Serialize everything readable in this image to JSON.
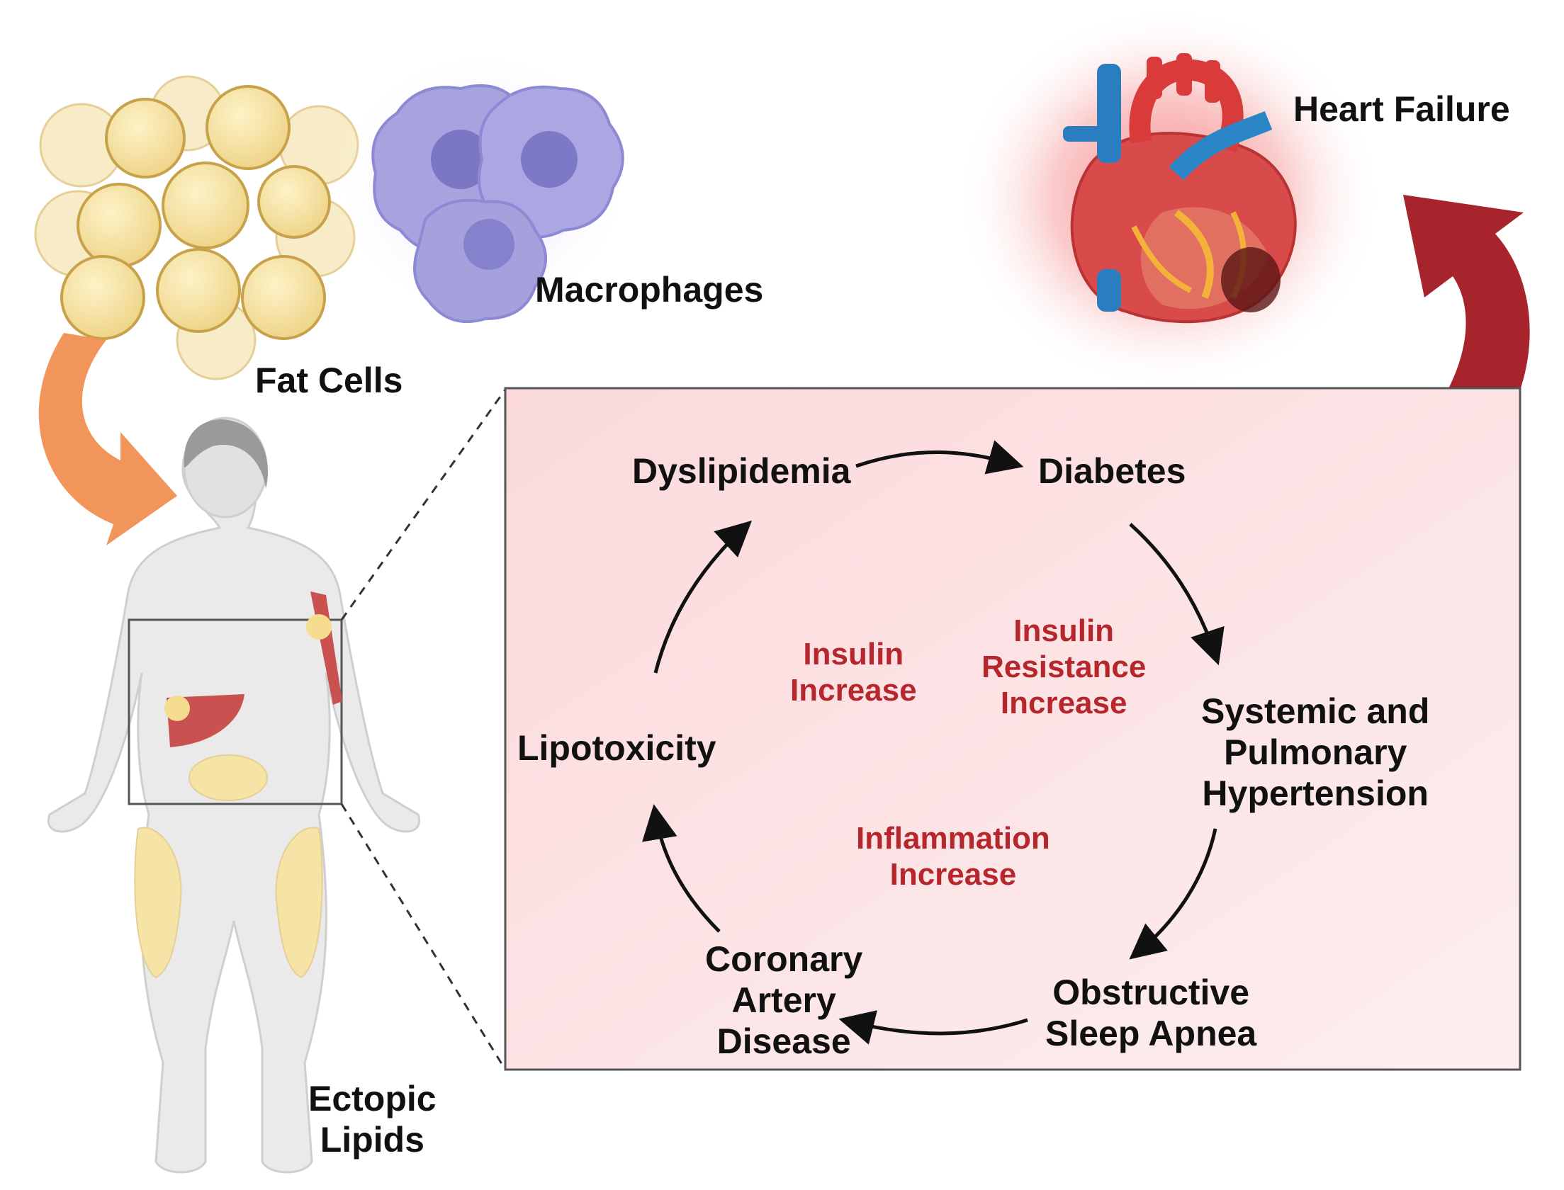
{
  "labels": {
    "fat_cells": "Fat Cells",
    "macrophages": "Macrophages",
    "heart_failure": "Heart Failure",
    "ectopic_lipids_1": "Ectopic",
    "ectopic_lipids_2": "Lipids"
  },
  "cycle": {
    "dyslipidemia": "Dyslipidemia",
    "diabetes": "Diabetes",
    "hypertension_1": "Systemic and",
    "hypertension_2": "Pulmonary",
    "hypertension_3": "Hypertension",
    "osa_1": "Obstructive",
    "osa_2": "Sleep Apnea",
    "cad_1": "Coronary",
    "cad_2": "Artery",
    "cad_3": "Disease",
    "lipotoxicity": "Lipotoxicity"
  },
  "mechanisms": {
    "insulin_1": "Insulin",
    "insulin_2": "Increase",
    "resistance_1": "Insulin",
    "resistance_2": "Resistance",
    "resistance_3": "Increase",
    "inflammation_1": "Inflammation",
    "inflammation_2": "Increase"
  },
  "colors": {
    "panel_bg": "#fbe1e3",
    "mechanism_text": "#b5262d",
    "orange_arrow": "#f2955a",
    "red_arrow": "#a7242c",
    "fat_cell": "#f7e3a0",
    "macrophage": "#a9a6e0"
  }
}
